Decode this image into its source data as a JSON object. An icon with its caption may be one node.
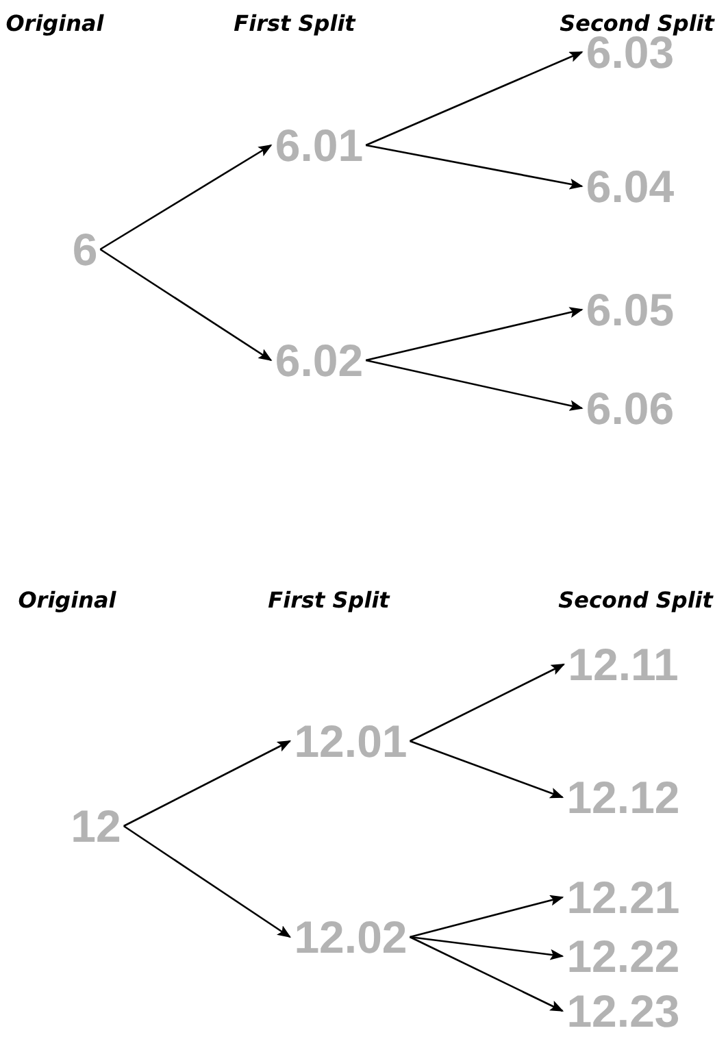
{
  "diagram": {
    "nodes": [
      {
        "text": [
          "6"
        ]
      },
      {
        "text": [
          "6.01"
        ]
      },
      {
        "text": [
          "6.02"
        ]
      },
      {
        "text": [
          "6.03"
        ]
      },
      {
        "text": [
          "6.04"
        ]
      },
      {
        "text": [
          "6.05"
        ]
      },
      {
        "text": [
          "6.06"
        ]
      },
      {
        "text": [
          "12"
        ]
      },
      {
        "text": [
          "12.01"
        ]
      },
      {
        "text": [
          "12.02"
        ]
      },
      {
        "text": [
          "12.11"
        ]
      },
      {
        "text": [
          "12.12"
        ]
      },
      {
        "text": [
          "12.21"
        ]
      },
      {
        "text": [
          "12.22"
        ]
      },
      {
        "text": [
          "12.23"
        ]
      }
    ],
    "edges": [
      {
        "from": 0,
        "to": 1,
        "arrow": "to"
      },
      {
        "from": 0,
        "to": 2,
        "arrow": "to"
      },
      {
        "from": 1,
        "to": 3,
        "arrow": "to"
      },
      {
        "from": 1,
        "to": 4,
        "arrow": "to"
      },
      {
        "from": 2,
        "to": 5,
        "arrow": "to"
      },
      {
        "from": 2,
        "to": 6,
        "arrow": "to"
      },
      {
        "from": 7,
        "to": 8,
        "arrow": "to"
      },
      {
        "from": 7,
        "to": 9,
        "arrow": "to"
      },
      {
        "from": 8,
        "to": 10,
        "arrow": "to"
      },
      {
        "from": 8,
        "to": 11,
        "arrow": "to"
      },
      {
        "from": 9,
        "to": 12,
        "arrow": "to"
      },
      {
        "from": 9,
        "to": 13,
        "arrow": "to"
      },
      {
        "from": 9,
        "to": 14,
        "arrow": "to"
      }
    ],
    "labels": [
      "Original",
      "First Split",
      "Second Split",
      "Original",
      "First Split",
      "Second Split"
    ]
  }
}
